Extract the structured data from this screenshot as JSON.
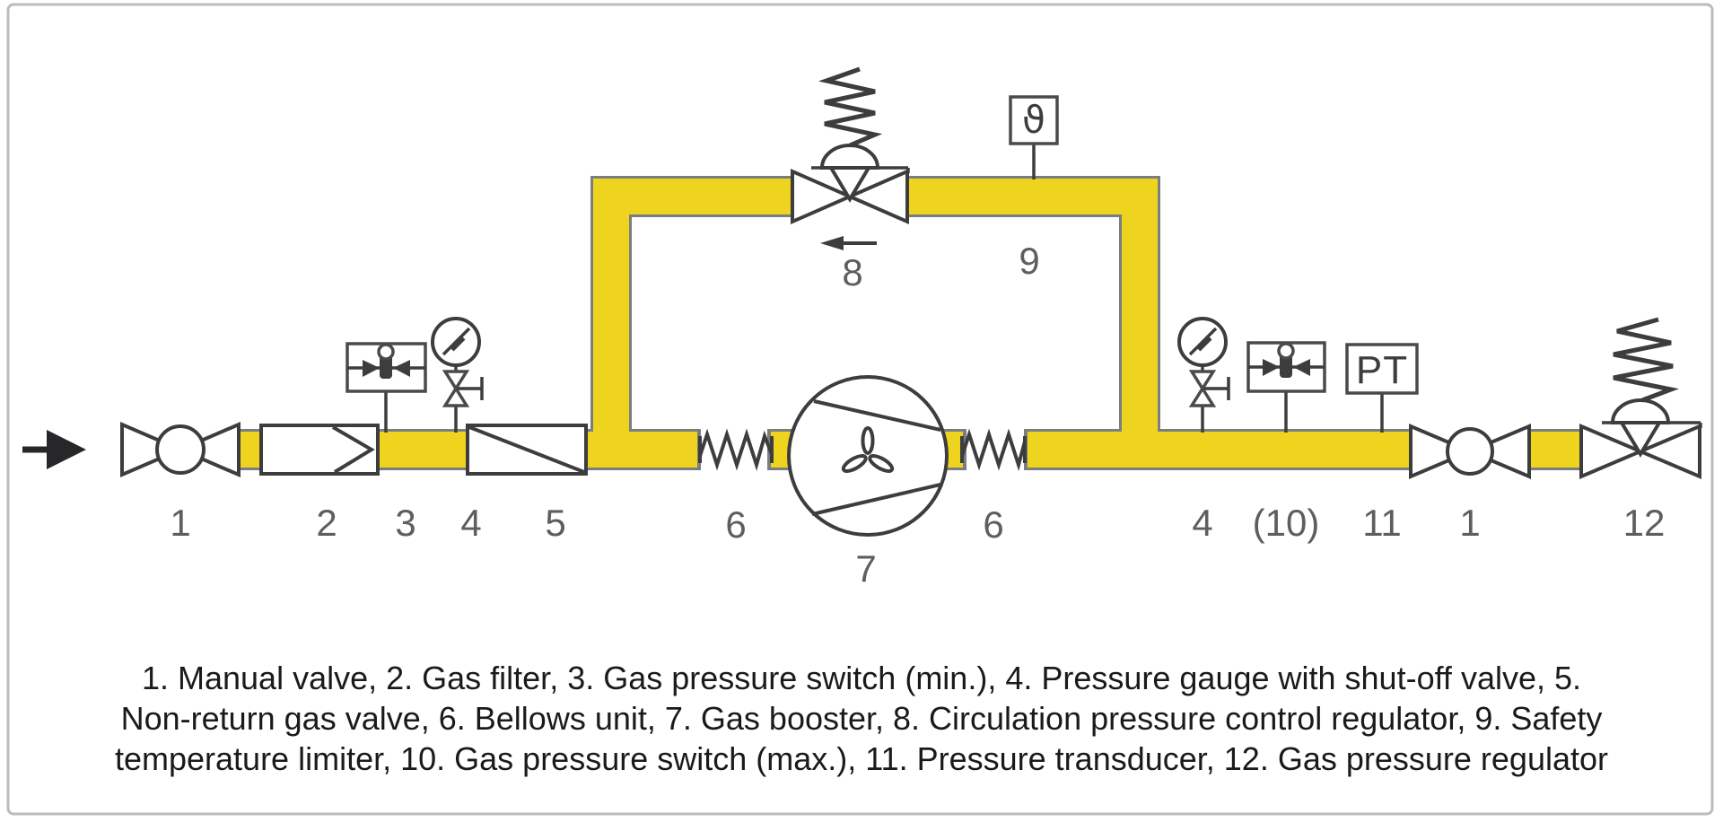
{
  "colors": {
    "pipe_yellow": "#efd41f",
    "pipe_outline": "#7b7e80",
    "symbol_stroke": "#3d3d3f",
    "box_stroke": "#4a4a4c",
    "label_gray": "#5c5e60",
    "caption_color": "#1a1a1c",
    "frame_border": "#b9bdbf",
    "inlet_arrow": "#272729",
    "background": "#ffffff"
  },
  "diagram": {
    "labels": {
      "manual_valve_left": "1",
      "gas_filter": "2",
      "pressure_switch_min": "3",
      "pressure_gauge_left": "4",
      "non_return_valve": "5",
      "bellows_left": "6",
      "gas_booster": "7",
      "bellows_right": "6",
      "circulation_regulator": "8",
      "temperature_limiter": "9",
      "pressure_gauge_right": "4",
      "pressure_switch_max": "(10)",
      "pressure_transducer": "11",
      "manual_valve_right": "1",
      "gas_pressure_regulator": "12"
    },
    "instrument_text": {
      "temperature_limiter_glyph": "ϑ",
      "pressure_transducer_tag": "PT"
    }
  },
  "caption": {
    "lines": [
      "1. Manual valve, 2. Gas filter, 3. Gas pressure switch (min.), 4. Pressure gauge with shut-off valve, 5.",
      "Non-return gas valve, 6. Bellows unit, 7. Gas booster, 8. Circulation pressure control regulator, 9. Safety",
      "temperature limiter, 10. Gas pressure switch (max.), 11. Pressure transducer, 12. Gas pressure regulator"
    ]
  }
}
